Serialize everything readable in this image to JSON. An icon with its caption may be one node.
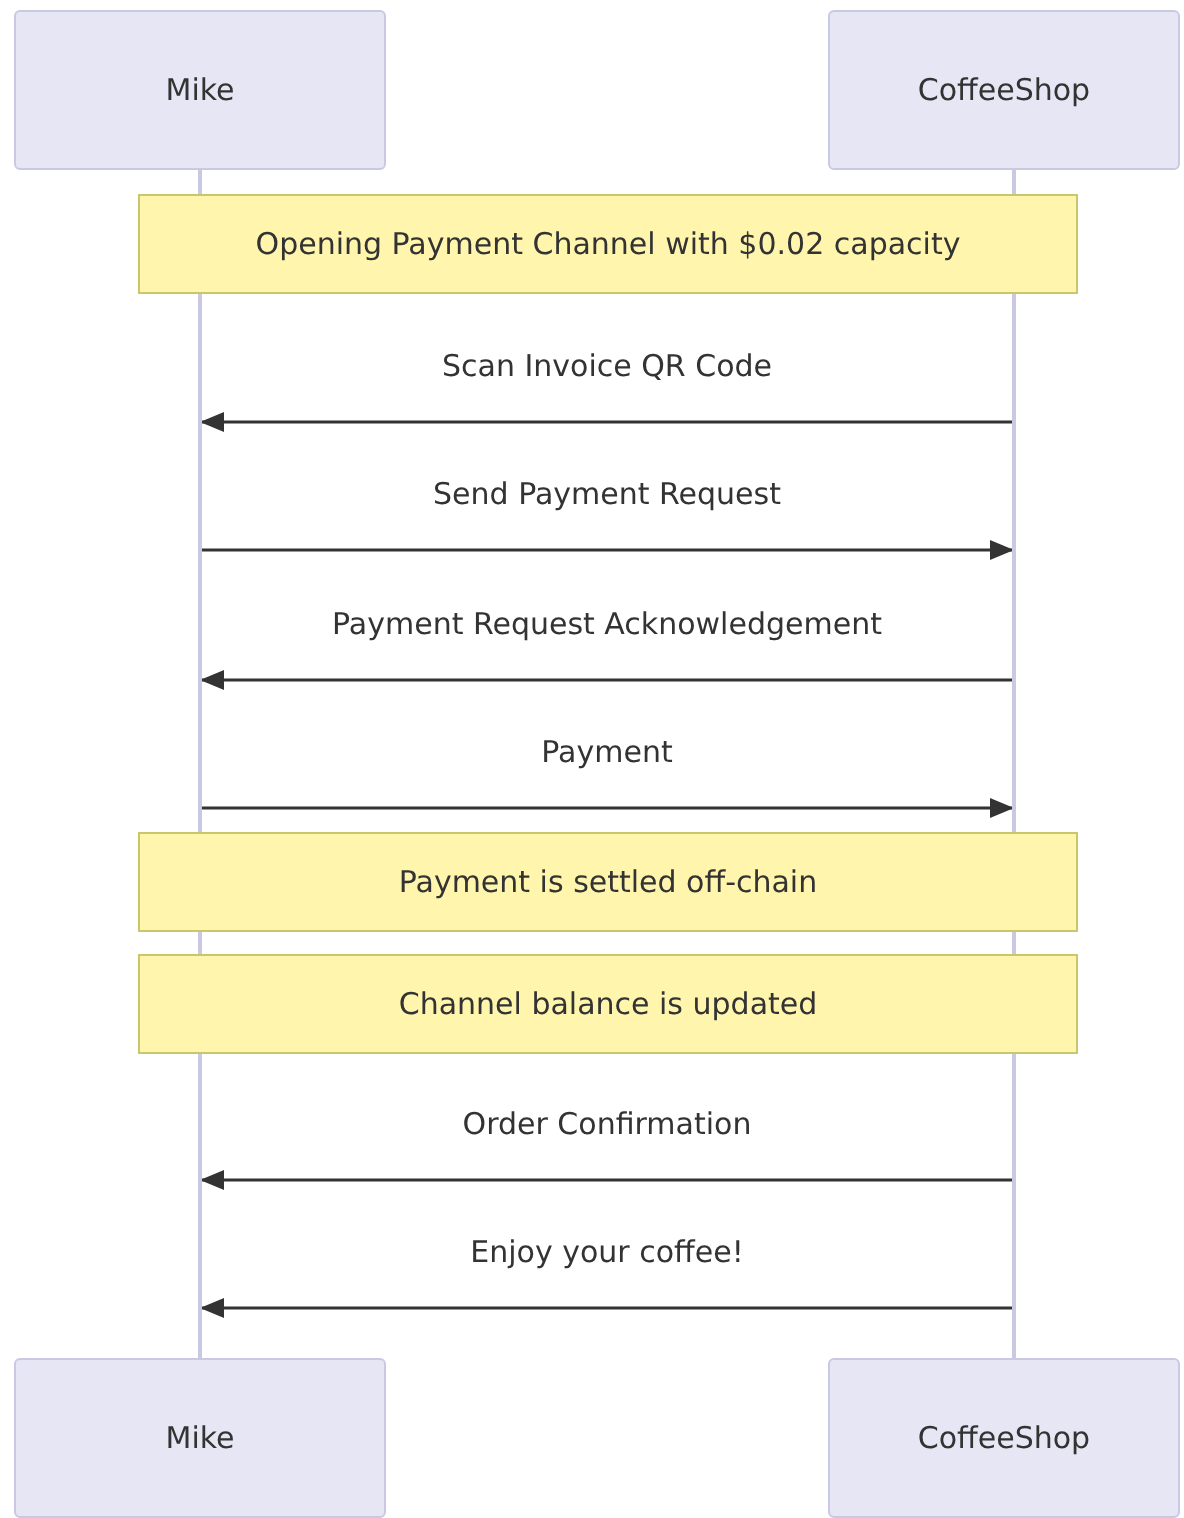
{
  "diagram": {
    "nodes": [
      {
        "text": [
          "Mike"
        ]
      },
      {
        "text": [
          "CoffeeShop"
        ]
      },
      {
        "text": [
          "Mike"
        ]
      },
      {
        "text": [
          "CoffeeShop"
        ]
      },
      {
        "text": [],
        "shape": "line"
      },
      {
        "text": [],
        "shape": "line"
      },
      {
        "text": [
          "Opening Payment Channel with $0.02 capacity"
        ]
      },
      {
        "text": [
          "Payment is settled off-chain"
        ]
      },
      {
        "text": [
          "Channel balance is updated"
        ]
      }
    ],
    "edges": [
      {
        "from": 5,
        "to": 4,
        "arrow": "to",
        "label": "Scan Invoice QR Code"
      },
      {
        "from": 4,
        "to": 5,
        "arrow": "to",
        "label": "Send Payment Request"
      },
      {
        "from": 5,
        "to": 4,
        "arrow": "to",
        "label": "Payment Request Acknowledgement"
      },
      {
        "from": 4,
        "to": 5,
        "arrow": "to",
        "label": "Payment"
      },
      {
        "from": 5,
        "to": 4,
        "arrow": "to",
        "label": "Order Confirmation"
      },
      {
        "from": 5,
        "to": 4,
        "arrow": "to",
        "label": "Enjoy your coffee!"
      }
    ]
  }
}
